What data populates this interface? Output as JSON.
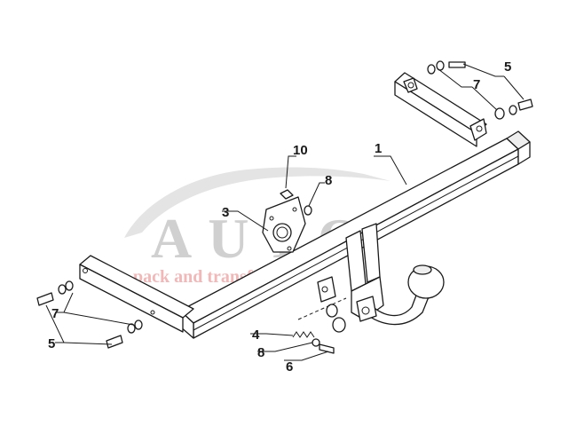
{
  "watermark": {
    "brand": "AUTO",
    "tagline": "pack and transfer"
  },
  "callouts": [
    {
      "id": "c1",
      "text": "1"
    },
    {
      "id": "c3",
      "text": "3"
    },
    {
      "id": "c4",
      "text": "4"
    },
    {
      "id": "c5a",
      "text": "5"
    },
    {
      "id": "c5b",
      "text": "5"
    },
    {
      "id": "c6",
      "text": "6"
    },
    {
      "id": "c7a",
      "text": "7"
    },
    {
      "id": "c7b",
      "text": "7"
    },
    {
      "id": "c8a",
      "text": "8"
    },
    {
      "id": "c8b",
      "text": "8"
    },
    {
      "id": "c10",
      "text": "10"
    }
  ]
}
